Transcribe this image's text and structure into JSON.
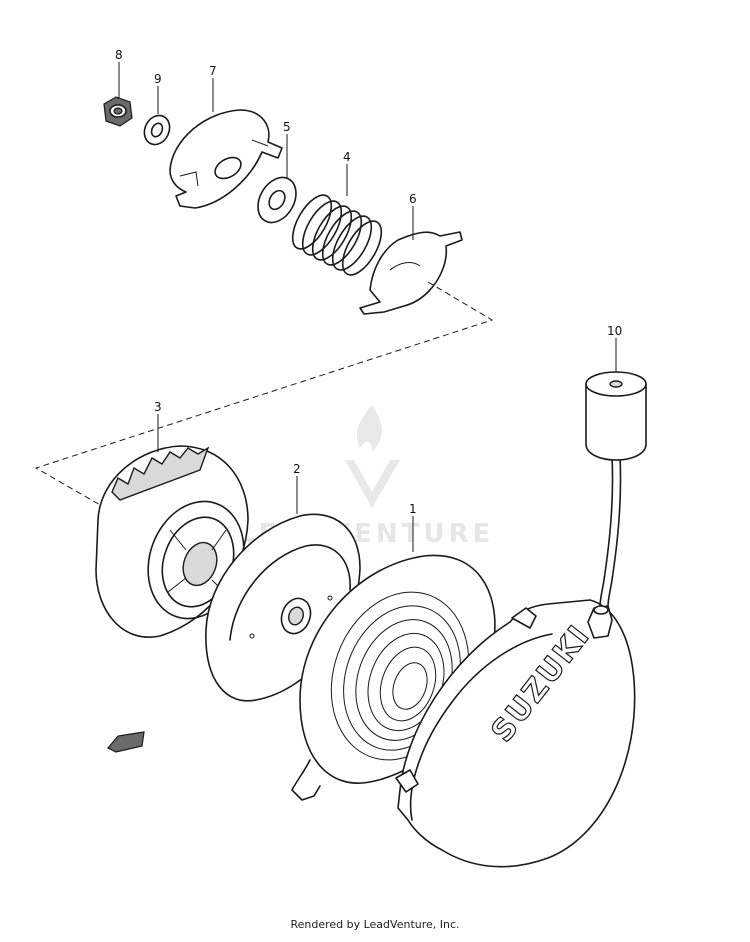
{
  "diagram": {
    "parts": [
      {
        "id": "1",
        "label": "1",
        "icon": "recoil-starter-case"
      },
      {
        "id": "2",
        "label": "2",
        "icon": "rewind-spring-cover"
      },
      {
        "id": "3",
        "label": "3",
        "icon": "reel-pulley"
      },
      {
        "id": "4",
        "label": "4",
        "icon": "coil-spring"
      },
      {
        "id": "5",
        "label": "5",
        "icon": "washer"
      },
      {
        "id": "6",
        "label": "6",
        "icon": "ratchet-guide-clip"
      },
      {
        "id": "7",
        "label": "7",
        "icon": "friction-plate"
      },
      {
        "id": "8",
        "label": "8",
        "icon": "nut"
      },
      {
        "id": "9",
        "label": "9",
        "icon": "washer-small"
      },
      {
        "id": "10",
        "label": "10",
        "icon": "starter-handle"
      }
    ],
    "brand_text": "SUZUKI",
    "watermark_text": "LEADVENTURE",
    "colors": {
      "line": "#1a1a1a",
      "background": "#ffffff",
      "watermark": "#e6e6e6"
    }
  },
  "footer": {
    "text": "Rendered by LeadVenture, Inc."
  }
}
